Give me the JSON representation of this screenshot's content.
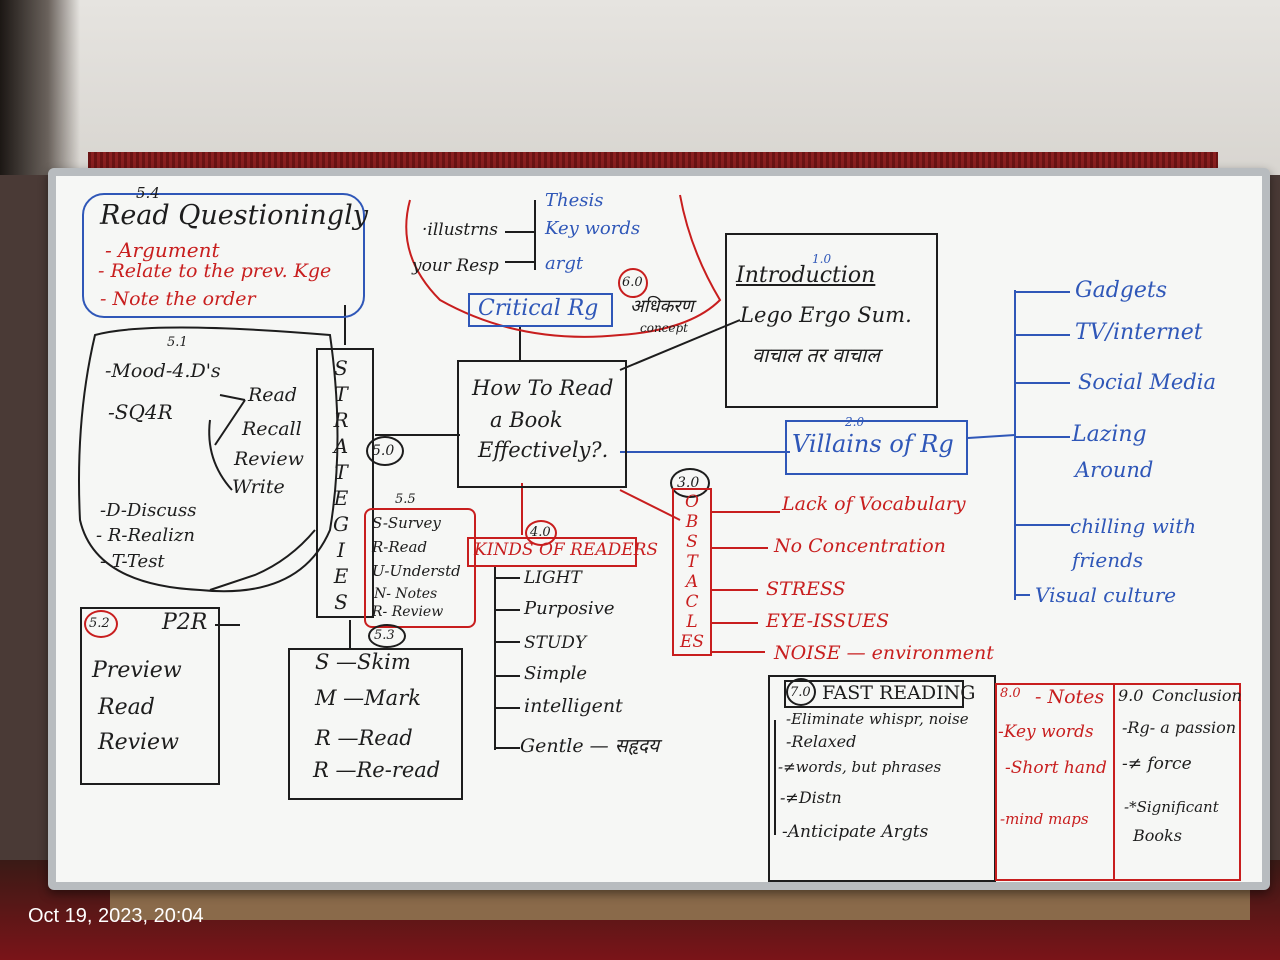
{
  "timestamp": "Oct 19, 2023, 20:04",
  "center": {
    "line1": "How To Read",
    "line2": "a Book",
    "line3": "Effectively?."
  },
  "read_questioningly": {
    "num": "5.4",
    "title": "Read Questioningly",
    "items": [
      "- Argument",
      "- Relate to the prev. Kge",
      "- Note the order"
    ]
  },
  "critical": {
    "left1": "·illustrns",
    "left2": "your Resp",
    "right": [
      "Thesis",
      "Key words",
      "argt"
    ],
    "num": "6.0",
    "label": "Critical Rg",
    "hindi": "अधिकरण",
    "hindi_sub": "concept"
  },
  "intro": {
    "num": "1.0",
    "title": "Introduction",
    "line2": "Lego Ergo Sum.",
    "line3": "वाचाल तर वाचाल"
  },
  "strategies": {
    "letters": [
      "S",
      "T",
      "R",
      "A",
      "T",
      "E",
      "G",
      "I",
      "E",
      "S"
    ],
    "num": "5.0",
    "s1": {
      "num": "5.1",
      "items": [
        "-Mood-4.D's",
        "-SQ4R",
        "Read",
        "Recall",
        "Review",
        "Write",
        "-D-Discuss",
        "- R-Realizn",
        "- T-Test"
      ]
    },
    "s5": {
      "num": "5.5",
      "items": [
        "S-Survey",
        "R-Read",
        "U-Understd",
        "N- Notes",
        "R- Review"
      ]
    },
    "s2": {
      "num": "5.2",
      "title": "P2R",
      "items": [
        "Preview",
        "Read",
        "Review"
      ]
    },
    "s3": {
      "num": "5.3",
      "items": [
        "S —Skim",
        "M —Mark",
        "R —Read",
        "R —Re-read"
      ]
    }
  },
  "kinds": {
    "num": "4.0",
    "title": "KINDS OF READERS",
    "items": [
      "LIGHT",
      "Purposive",
      "STUDY",
      "Simple",
      "intelligent",
      "Gentle — सहृदय"
    ]
  },
  "obstacles": {
    "num": "3.0",
    "letters": [
      "O",
      "B",
      "S",
      "T",
      "A",
      "C",
      "L",
      "ES"
    ],
    "items": [
      "Lack of Vocabulary",
      "No Concentration",
      "STRESS",
      "EYE-ISSUES",
      "NOISE — environment"
    ]
  },
  "villains": {
    "num": "2.0",
    "title": "Villains of Rg",
    "items": [
      "Gadgets",
      "TV/internet",
      "Social Media",
      "Lazing",
      "Around",
      "chilling with",
      "friends",
      "Visual culture"
    ]
  },
  "fast": {
    "num": "7.0",
    "title": "FAST READING",
    "items": [
      "-Eliminate whispr, noise",
      "-Relaxed",
      "-≠words, but phrases",
      "-≠Distn",
      "-Anticipate Argts"
    ]
  },
  "notes": {
    "num": "8.0",
    "title": "- Notes",
    "items": [
      "-Key words",
      "-Short hand",
      "-mind maps"
    ]
  },
  "conclusion": {
    "num": "9.0",
    "title": "Conclusion",
    "items": [
      "-Rg- a passion",
      "-≠ force",
      "-*Significant",
      "Books"
    ]
  }
}
